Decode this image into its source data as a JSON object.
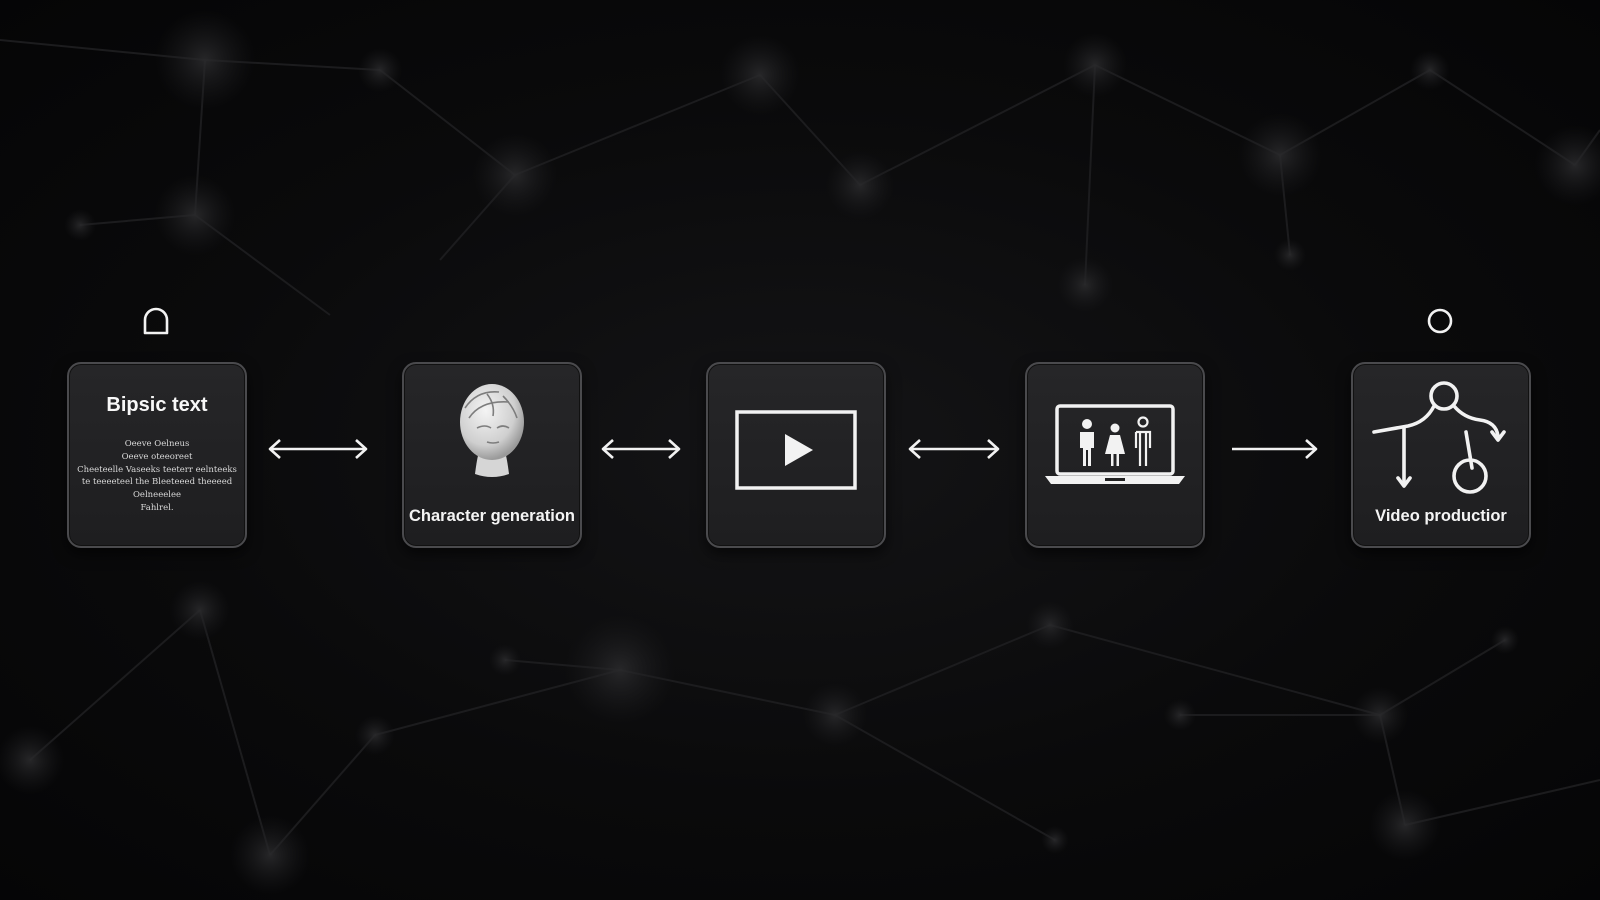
{
  "diagram": {
    "steps": [
      {
        "title": "Bipsic text",
        "lines": [
          "Oeeve Oelneus",
          "Oeeve oteeoreet",
          "Cheeteelle Vaseeks teeterr eelnteeks",
          "te teeeeteel the Bleeteeed theeeed",
          "Oelneeelee",
          "Fahlrel."
        ],
        "icon": "text-document-icon"
      },
      {
        "label": "Character generation",
        "icon": "head-bust-icon"
      },
      {
        "label": "",
        "icon": "play-video-icon"
      },
      {
        "label": "",
        "icon": "laptop-people-icon"
      },
      {
        "label": "Video productior",
        "icon": "motion-figure-icon"
      }
    ],
    "connectors": [
      {
        "type": "bidirectional"
      },
      {
        "type": "bidirectional"
      },
      {
        "type": "bidirectional"
      },
      {
        "type": "forward"
      }
    ],
    "markers": [
      {
        "shape": "arch",
        "icon": "arch-marker-icon"
      },
      {
        "shape": "circle",
        "icon": "circle-marker-icon"
      }
    ]
  },
  "colors": {
    "background": "#0b0b0c",
    "card": "#232325",
    "card_border": "#4a4a4d",
    "stroke": "#f2f2f2"
  }
}
